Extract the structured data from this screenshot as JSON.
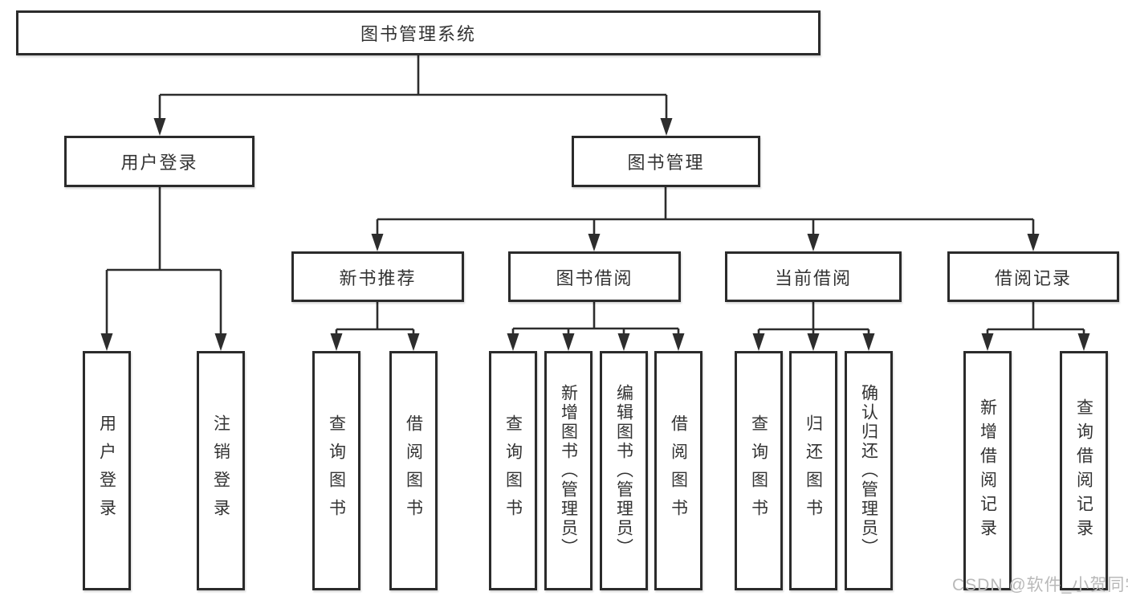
{
  "diagram_title": "图书管理系统",
  "watermark": "CSDN @软件_小贺同学",
  "colors": {
    "background": "#ffffff",
    "box_fill": "#ffffff",
    "box_border": "#2b2b2b",
    "connector_line": "#2d2d2d",
    "text": "#333333",
    "watermark": "#b9b9b9"
  },
  "tree": {
    "label": "图书管理系统",
    "children": [
      {
        "label": "用户登录",
        "children": [
          {
            "label": "用户登录"
          },
          {
            "label": "注销登录"
          }
        ]
      },
      {
        "label": "图书管理",
        "children": [
          {
            "label": "新书推荐",
            "children": [
              {
                "label": "查询图书"
              },
              {
                "label": "借阅图书"
              }
            ]
          },
          {
            "label": "图书借阅",
            "children": [
              {
                "label": "查询图书"
              },
              {
                "label": "新增图书（管理员）"
              },
              {
                "label": "编辑图书（管理员）"
              },
              {
                "label": "借阅图书"
              }
            ]
          },
          {
            "label": "当前借阅",
            "children": [
              {
                "label": "查询图书"
              },
              {
                "label": "归还图书"
              },
              {
                "label": "确认归还（管理员）"
              }
            ]
          },
          {
            "label": "借阅记录",
            "children": [
              {
                "label": "新增借阅记录"
              },
              {
                "label": "查询借阅记录"
              }
            ]
          }
        ]
      }
    ]
  }
}
